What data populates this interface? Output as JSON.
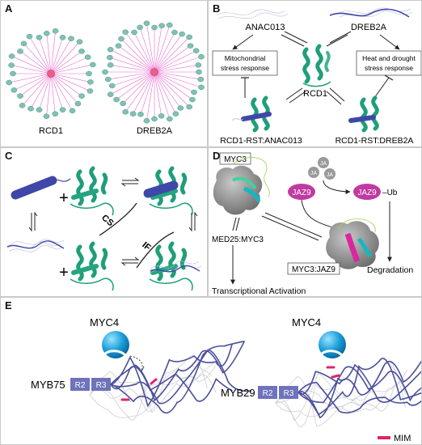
{
  "panels": {
    "A": {
      "label": "A",
      "hubs": [
        "RCD1",
        "DREB2A"
      ]
    },
    "B": {
      "label": "B",
      "top_left": "ANAC013",
      "top_right": "DREB2A",
      "box_left": [
        "Mitochondrial",
        "stress response"
      ],
      "box_right": [
        "Heat and drought",
        "stress response"
      ],
      "center": "RCD1",
      "bottom_left": "RCD1-RST:ANAC013",
      "bottom_right": "RCD1-RST:DREB2A"
    },
    "C": {
      "label": "C",
      "cs": "CS",
      "if": "IF"
    },
    "D": {
      "label": "D",
      "myc3": "MYC3",
      "ja": "JA",
      "jaz9": "JAZ9",
      "ub": "Ub",
      "med25": "MED25:MYC3",
      "complex": "MYC3:JAZ9",
      "degradation": "Degradation",
      "activation": "Transcriptional Activation"
    },
    "E": {
      "label": "E",
      "left_partner": "MYC4",
      "right_partner": "MYC4",
      "left_tf": "MYB75",
      "right_tf": "MYB29",
      "r2": "R2",
      "r3": "R3",
      "legend": "MIM"
    }
  },
  "colors": {
    "node": "#7fc1b4",
    "hub": "#f25b86",
    "edge": "#e66bd0",
    "helix_green": "#1f9e7a",
    "helix_blue": "#3f47a8",
    "jaz": "#c03aa0",
    "myc_ball": "#1a9ed9",
    "domain": "#6f73bb",
    "mim": "#e0246a",
    "surface": "#8a8a8a"
  }
}
